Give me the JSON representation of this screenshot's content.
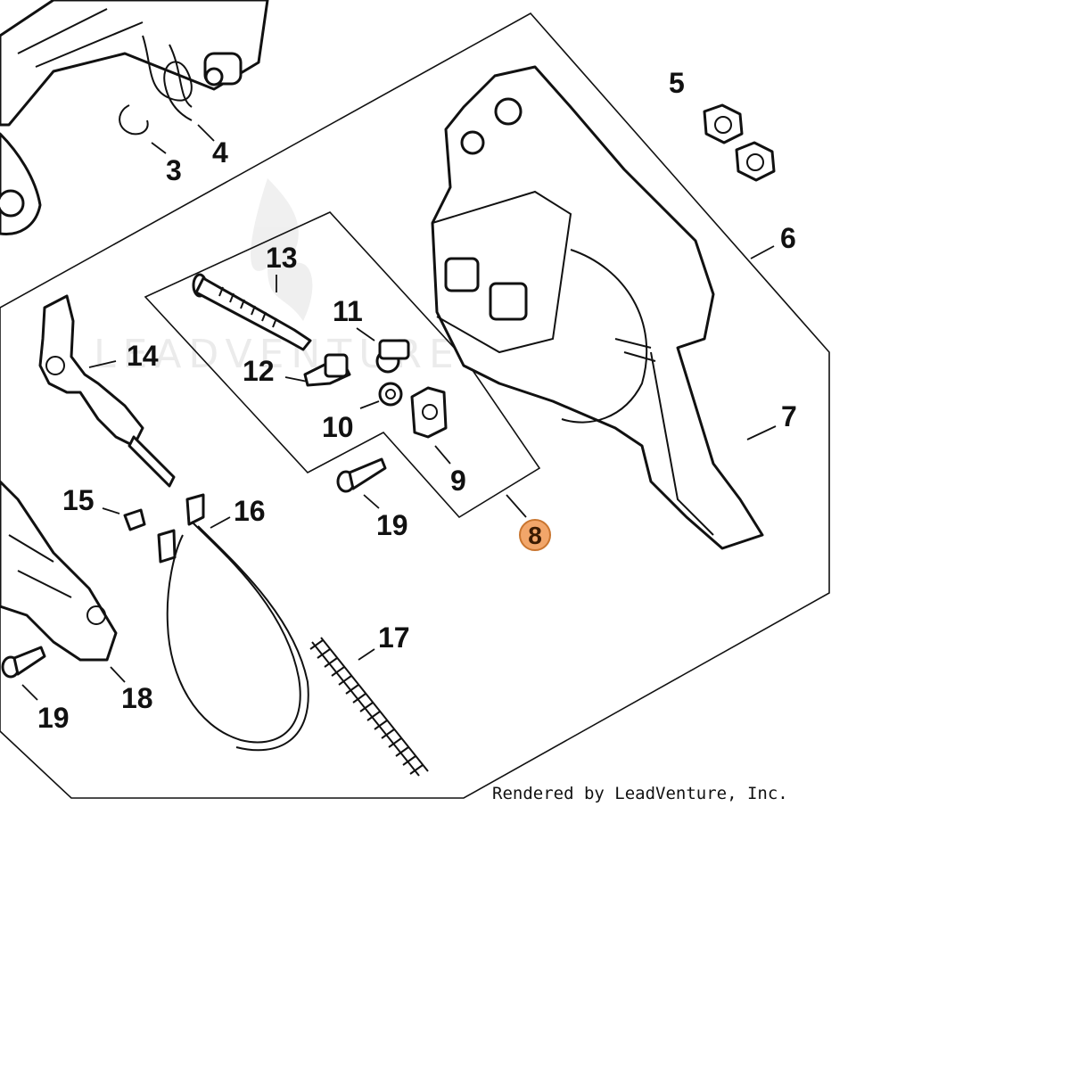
{
  "callouts": {
    "c3": "3",
    "c4": "4",
    "c5": "5",
    "c6": "6",
    "c7": "7",
    "c8": "8",
    "c9": "9",
    "c10": "10",
    "c11": "11",
    "c12": "12",
    "c13": "13",
    "c14": "14",
    "c15": "15",
    "c16": "16",
    "c17": "17",
    "c18": "18",
    "c19a": "19",
    "c19b": "19"
  },
  "highlighted_callout": "8",
  "highlight_color": "#f2a66a",
  "credit": "Rendered by LeadVenture, Inc.",
  "watermark": "LEADVENTURE"
}
